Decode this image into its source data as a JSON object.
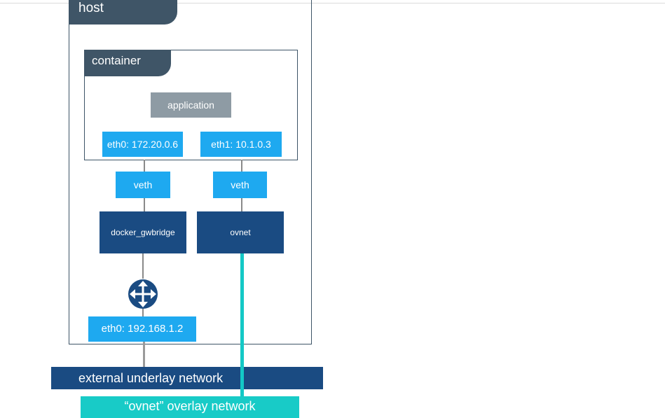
{
  "host": {
    "label": "host"
  },
  "container": {
    "label": "container",
    "application": "application",
    "eth0": "eth0: 172.20.0.6",
    "eth1": "eth1: 10.1.0.3"
  },
  "veth": {
    "left": "veth",
    "right": "veth"
  },
  "bridges": {
    "docker_gwbridge": "docker_gwbridge",
    "ovnet": "ovnet"
  },
  "host_interface": "eth0: 192.168.1.2",
  "networks": {
    "external": "external underlay network",
    "overlay": "“ovnet” overlay network"
  },
  "icons": {
    "router": "router-icon"
  },
  "colors": {
    "host_tab": "#3f5567",
    "interface": "#1ea9f0",
    "bridge": "#1a4b82",
    "application": "#8e9ba4",
    "overlay": "#13c8c6"
  }
}
